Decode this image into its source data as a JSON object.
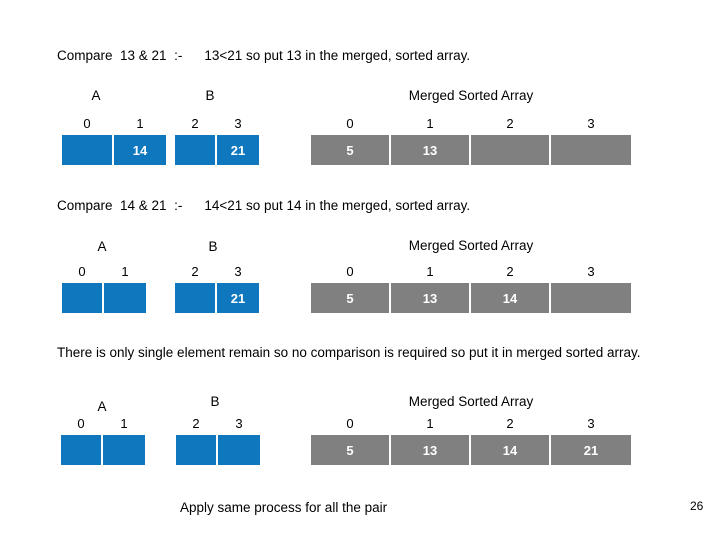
{
  "slide": {
    "page_number": "26",
    "footer_note": "Apply same process for all the pair",
    "merged_title": "Merged Sorted Array",
    "label_a": "A",
    "label_b": "B"
  },
  "steps": [
    {
      "caption_lead": "Compare  13 & 21  :-",
      "caption_detail": "13<21 so put 13 in the merged, sorted array.",
      "array_a": {
        "indices": [
          "0",
          "1"
        ],
        "values": [
          "",
          "14"
        ]
      },
      "array_b": {
        "indices": [
          "2",
          "3"
        ],
        "values": [
          "",
          "21"
        ]
      },
      "merged": {
        "indices": [
          "0",
          "1",
          "2",
          "3"
        ],
        "values": [
          "5",
          "13",
          "",
          ""
        ]
      }
    },
    {
      "caption_lead": "Compare  14 & 21  :-",
      "caption_detail": "14<21 so put 14 in the merged, sorted array.",
      "array_a": {
        "indices": [
          "0",
          "1"
        ],
        "values": [
          "",
          ""
        ]
      },
      "array_b": {
        "indices": [
          "2",
          "3"
        ],
        "values": [
          "",
          "21"
        ]
      },
      "merged": {
        "indices": [
          "0",
          "1",
          "2",
          "3"
        ],
        "values": [
          "5",
          "13",
          "14",
          ""
        ]
      }
    },
    {
      "caption_lead": "There is only single element remain  so no comparison is required so put it in  merged sorted array.",
      "caption_detail": "",
      "array_a": {
        "indices": [
          "0",
          "1"
        ],
        "values": [
          "",
          ""
        ]
      },
      "array_b": {
        "indices": [
          "2",
          "3"
        ],
        "values": [
          "",
          ""
        ]
      },
      "merged": {
        "indices": [
          "0",
          "1",
          "2",
          "3"
        ],
        "values": [
          "5",
          "13",
          "14",
          "21"
        ]
      }
    }
  ],
  "colors": {
    "blue": "#0f77bd",
    "gray": "#808080",
    "text": "#000000"
  }
}
